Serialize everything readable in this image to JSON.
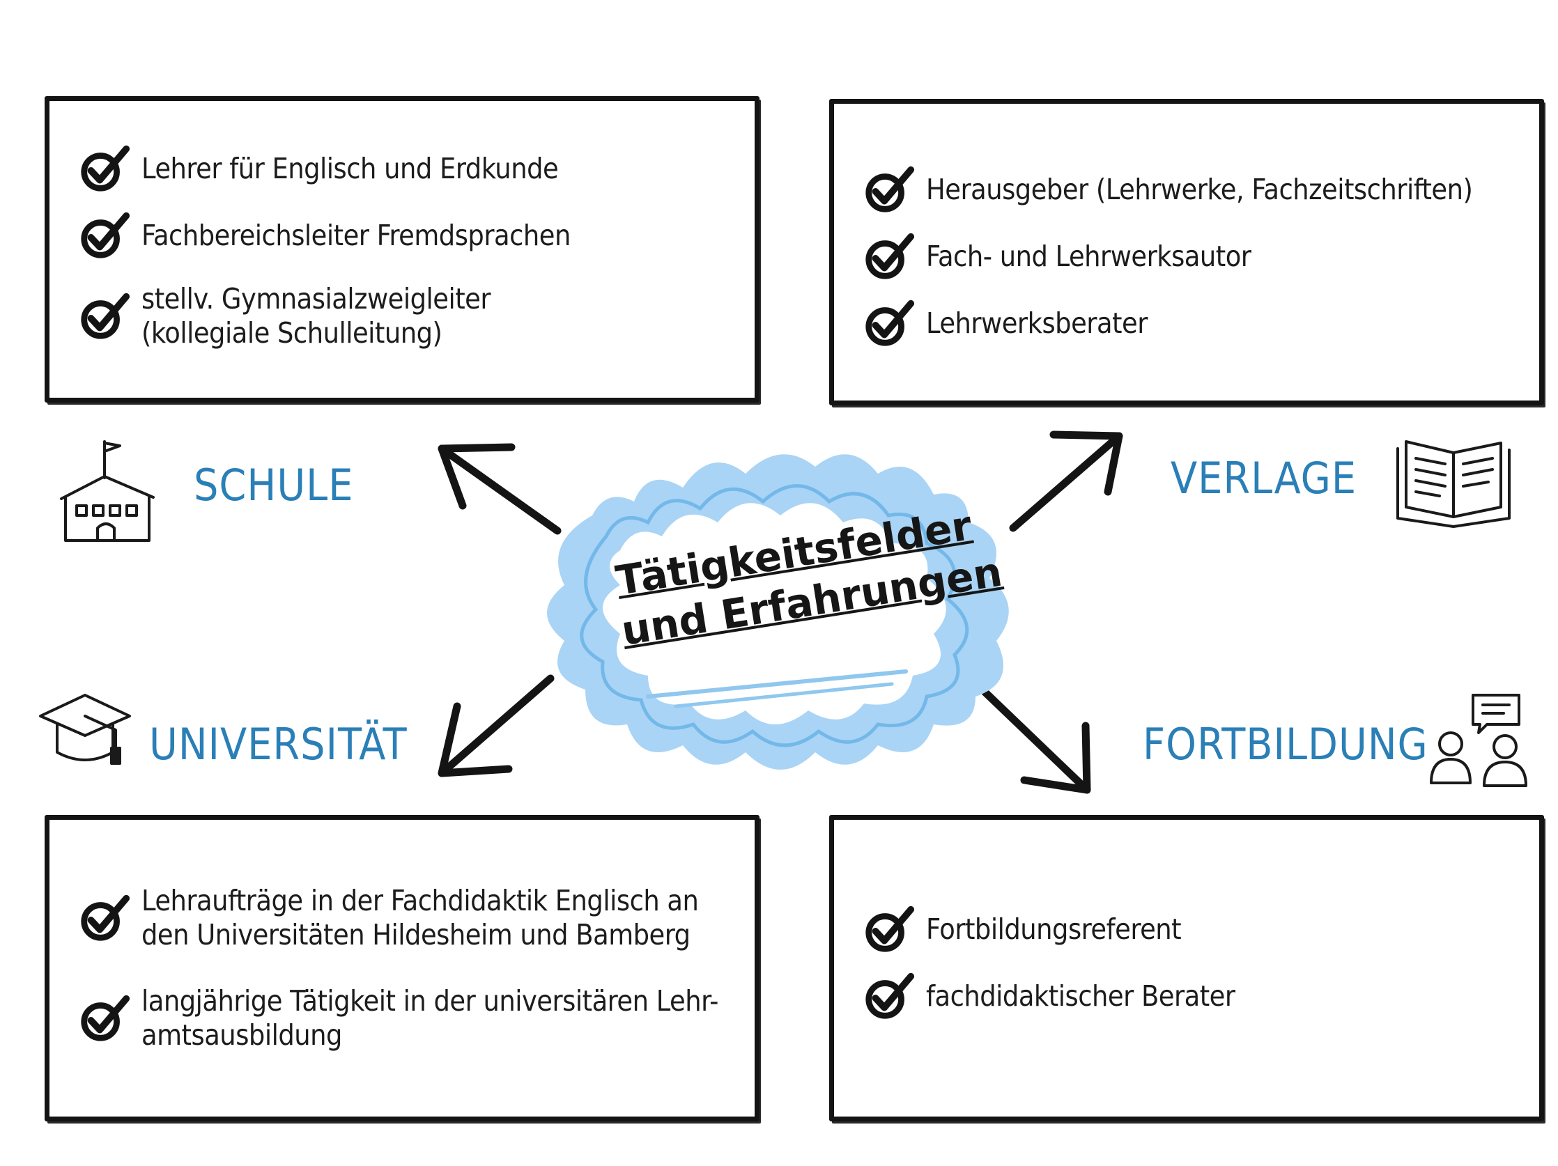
{
  "center": {
    "title_line1": "Tätigkeitsfelder",
    "title_line2": "und Erfahrungen"
  },
  "colors": {
    "accent": "#2a7fb7",
    "cloud": "#a9d4f5",
    "ink": "#141414"
  },
  "sections": {
    "schule": {
      "label": "SCHULE",
      "icon": "school-building-icon",
      "items": [
        "Lehrer für Englisch und Erdkunde",
        "Fachbereichsleiter Fremdsprachen",
        "stellv. Gymnasialzweigleiter",
        "(kollegiale Schulleitung)"
      ]
    },
    "verlage": {
      "label": "VERLAGE",
      "icon": "open-book-icon",
      "items": [
        "Herausgeber (Lehrwerke, Fachzeitschriften)",
        "Fach- und Lehrwerksautor",
        "Lehrwerksberater"
      ]
    },
    "universitaet": {
      "label": "UNIVERSITÄT",
      "icon": "graduation-cap-icon",
      "items": [
        "Lehraufträge in der Fachdidaktik Englisch an",
        "den Universitäten Hildesheim und Bamberg",
        "langjährige Tätigkeit in der universitären Lehr-",
        "amtsausbildung"
      ]
    },
    "fortbildung": {
      "label": "FORTBILDUNG",
      "icon": "people-speech-bubble-icon",
      "items": [
        "Fortbildungsreferent",
        "fachdidaktischer Berater"
      ]
    }
  }
}
